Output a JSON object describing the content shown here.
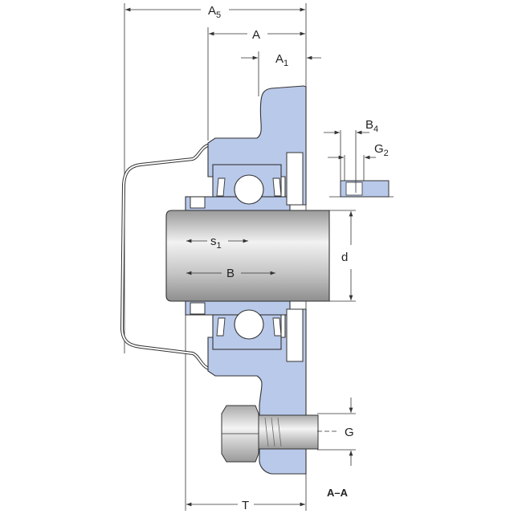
{
  "drawing": {
    "title": "Flanged bearing unit cross-section",
    "section_label": "A–A",
    "dimensions": {
      "A5": {
        "main": "A",
        "sub": "5"
      },
      "A": {
        "main": "A",
        "sub": ""
      },
      "A1": {
        "main": "A",
        "sub": "1"
      },
      "B4": {
        "main": "B",
        "sub": "4"
      },
      "G2": {
        "main": "G",
        "sub": "2"
      },
      "s1": {
        "main": "s",
        "sub": "1"
      },
      "d": {
        "main": "d",
        "sub": ""
      },
      "B": {
        "main": "B",
        "sub": ""
      },
      "G": {
        "main": "G",
        "sub": ""
      },
      "T": {
        "main": "T",
        "sub": ""
      }
    },
    "colors": {
      "housing": "#b9c9ea",
      "shaft": "#b8b8b8",
      "line": "#333333"
    }
  }
}
